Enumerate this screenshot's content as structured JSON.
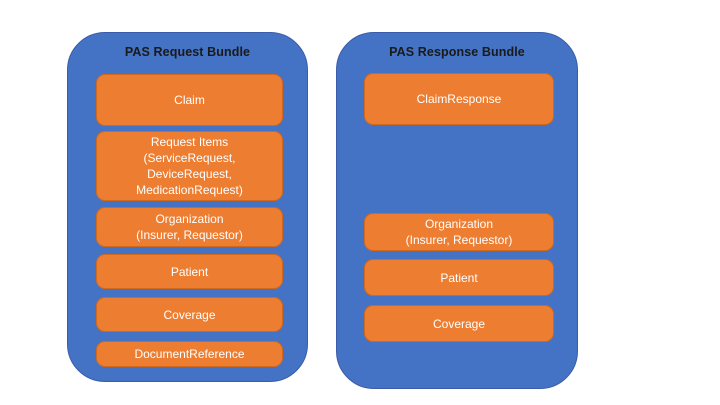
{
  "colors": {
    "bundle_blue": "#4472C4",
    "bundle_border": "#3B5CA8",
    "box_orange": "#ED7D31",
    "box_border": "#D1691C",
    "title_text": "#1A1A1A",
    "box_text": "#FFFFFF"
  },
  "diagram": {
    "bundles": [
      {
        "title": "PAS Request Bundle",
        "boxes": [
          {
            "lines": [
              "Claim"
            ]
          },
          {
            "lines": [
              "Request Items",
              "(ServiceRequest,",
              "DeviceRequest,",
              "MedicationRequest)"
            ]
          },
          {
            "lines": [
              "Organization",
              "(Insurer, Requestor)"
            ]
          },
          {
            "lines": [
              "Patient"
            ]
          },
          {
            "lines": [
              "Coverage"
            ]
          },
          {
            "lines": [
              "DocumentReference"
            ]
          }
        ]
      },
      {
        "title": "PAS Response Bundle",
        "boxes": [
          {
            "lines": [
              "ClaimResponse"
            ]
          },
          {
            "lines": [
              "Organization",
              "(Insurer, Requestor)"
            ]
          },
          {
            "lines": [
              "Patient"
            ]
          },
          {
            "lines": [
              "Coverage"
            ]
          }
        ]
      }
    ]
  }
}
